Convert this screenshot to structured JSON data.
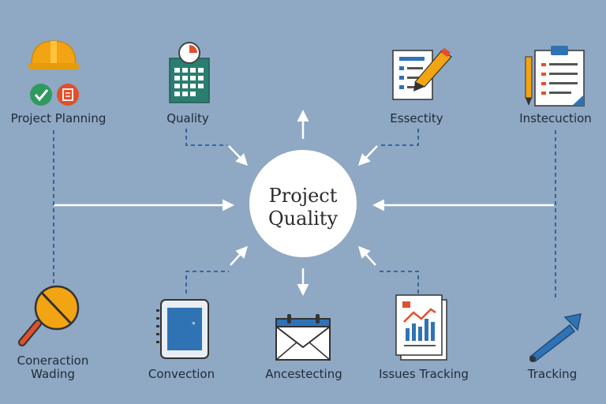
{
  "center": {
    "line1": "Project",
    "line2": "Quality"
  },
  "nodes": [
    {
      "id": "project-planning",
      "label": "Project Planning",
      "icon": "hardhat-check-list-icon"
    },
    {
      "id": "quality",
      "label": "Quality",
      "icon": "calendar-clock-icon"
    },
    {
      "id": "essectity",
      "label": "Essectity",
      "icon": "document-pencil-icon"
    },
    {
      "id": "instecuction",
      "label": "Instecuction",
      "icon": "clipboard-pencil-icon"
    },
    {
      "id": "conection-wading",
      "label1": "Coneraction",
      "label2": "Wading",
      "icon": "magnifier-icon"
    },
    {
      "id": "convection",
      "label": "Convection",
      "icon": "tablet-icon"
    },
    {
      "id": "ancestecting",
      "label": "Ancestecting",
      "icon": "calendar-envelope-icon"
    },
    {
      "id": "issues-tracking",
      "label": "Issues Tracking",
      "icon": "report-chart-icon"
    },
    {
      "id": "tracking",
      "label": "Tracking",
      "icon": "arrow-pen-icon"
    }
  ],
  "colors": {
    "background": "#8fa8c3",
    "center_fill": "#ffffff",
    "connector": "#ffffff",
    "dashed": "#2b5d9e",
    "orange": "#f2a413",
    "green": "#2e9a5e",
    "red": "#e0502c",
    "teal": "#2a7e70",
    "blue": "#2f73b5"
  }
}
